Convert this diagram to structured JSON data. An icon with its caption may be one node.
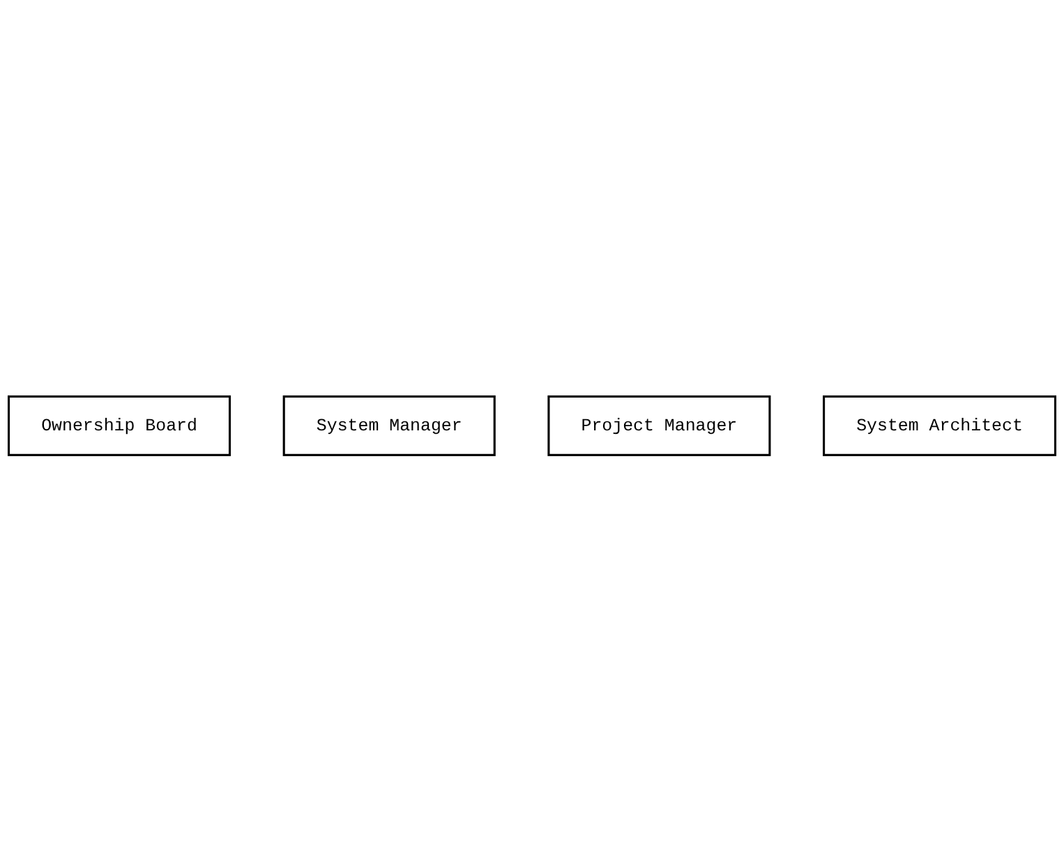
{
  "diagram": {
    "nodes": [
      {
        "text": [
          "Ownership Board"
        ]
      },
      {
        "text": [
          "System Manager"
        ]
      },
      {
        "text": [
          "Project Manager"
        ]
      },
      {
        "text": [
          "System Architect"
        ]
      }
    ]
  }
}
